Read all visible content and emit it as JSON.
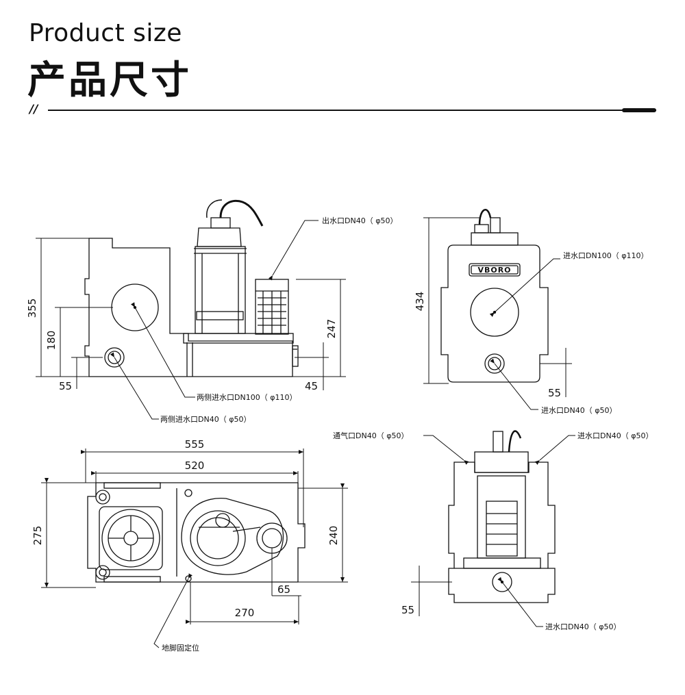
{
  "header": {
    "title_en": "Product size",
    "title_cn": "产品尺寸",
    "slash": "//"
  },
  "brand": {
    "logo": "VBORO"
  },
  "front_view": {
    "dim_total_height": "355",
    "dim_inlet_height": "180",
    "dim_small_inlet_height": "55",
    "dim_outlet_height": "247",
    "dim_base_offset": "45",
    "label_outlet": "出水口DN40（ φ50）",
    "label_side_inlet_large": "两侧进水口DN100（ φ110）",
    "label_side_inlet_small": "两侧进水口DN40（ φ50）"
  },
  "side_view": {
    "dim_total_height": "434",
    "dim_small_inlet_height": "55",
    "label_inlet_large": "进水口DN100（ φ110）",
    "label_inlet_small": "进水口DN40（ φ50）"
  },
  "top_view": {
    "dim_total_length": "555",
    "dim_body_length": "520",
    "dim_width": "275",
    "dim_body_width": "240",
    "dim_offset": "65",
    "dim_span": "270",
    "label_foot": "地脚固定位"
  },
  "rear_view": {
    "dim_small_inlet_height": "55",
    "label_vent": "通气口DN40（ φ50）",
    "label_inlet_top": "进水口DN40（ φ50）",
    "label_inlet_bottom": "进水口DN40（ φ50）"
  },
  "colors": {
    "line": "#111111",
    "background": "#ffffff"
  }
}
